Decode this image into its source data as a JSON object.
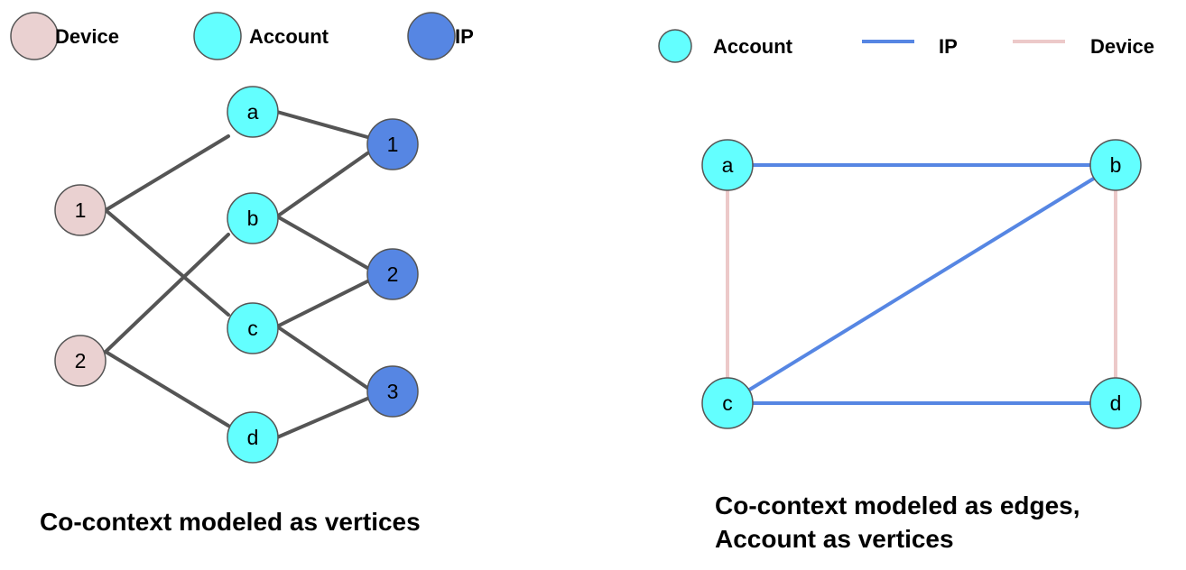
{
  "colors": {
    "device": "#ead1d1",
    "account": "#63ffff",
    "ip": "#5686e3",
    "node_stroke": "#555555",
    "edge_dark": "#555555",
    "edge_ip": "#5686e3",
    "edge_device": "#ecc9c9"
  },
  "left_panel": {
    "legend": [
      {
        "label": "Device",
        "type": "device"
      },
      {
        "label": "Account",
        "type": "account"
      },
      {
        "label": "IP",
        "type": "ip"
      }
    ],
    "nodes": [
      {
        "id": "dev1",
        "label": "1",
        "type": "device"
      },
      {
        "id": "dev2",
        "label": "2",
        "type": "device"
      },
      {
        "id": "acc_a",
        "label": "a",
        "type": "account"
      },
      {
        "id": "acc_b",
        "label": "b",
        "type": "account"
      },
      {
        "id": "acc_c",
        "label": "c",
        "type": "account"
      },
      {
        "id": "acc_d",
        "label": "d",
        "type": "account"
      },
      {
        "id": "ip1",
        "label": "1",
        "type": "ip"
      },
      {
        "id": "ip2",
        "label": "2",
        "type": "ip"
      },
      {
        "id": "ip3",
        "label": "3",
        "type": "ip"
      }
    ],
    "edges": [
      [
        "dev1",
        "acc_a"
      ],
      [
        "dev1",
        "acc_c"
      ],
      [
        "dev2",
        "acc_b"
      ],
      [
        "dev2",
        "acc_d"
      ],
      [
        "acc_a",
        "ip1"
      ],
      [
        "acc_b",
        "ip1"
      ],
      [
        "acc_b",
        "ip2"
      ],
      [
        "acc_c",
        "ip2"
      ],
      [
        "acc_c",
        "ip3"
      ],
      [
        "acc_d",
        "ip3"
      ]
    ],
    "caption": "Co-context modeled as vertices"
  },
  "right_panel": {
    "legend": [
      {
        "label": "Account",
        "kind": "node",
        "type": "account"
      },
      {
        "label": "IP",
        "kind": "line",
        "type": "ip"
      },
      {
        "label": "Device",
        "kind": "line",
        "type": "device"
      }
    ],
    "nodes": [
      {
        "id": "ra",
        "label": "a",
        "type": "account"
      },
      {
        "id": "rb",
        "label": "b",
        "type": "account"
      },
      {
        "id": "rc",
        "label": "c",
        "type": "account"
      },
      {
        "id": "rd",
        "label": "d",
        "type": "account"
      }
    ],
    "edges": [
      {
        "from": "ra",
        "to": "rb",
        "type": "ip"
      },
      {
        "from": "rc",
        "to": "rb",
        "type": "ip"
      },
      {
        "from": "rc",
        "to": "rd",
        "type": "ip"
      },
      {
        "from": "ra",
        "to": "rc",
        "type": "device"
      },
      {
        "from": "rb",
        "to": "rd",
        "type": "device"
      }
    ],
    "caption_lines": [
      "Co-context modeled as edges,",
      "Account as vertices"
    ]
  }
}
